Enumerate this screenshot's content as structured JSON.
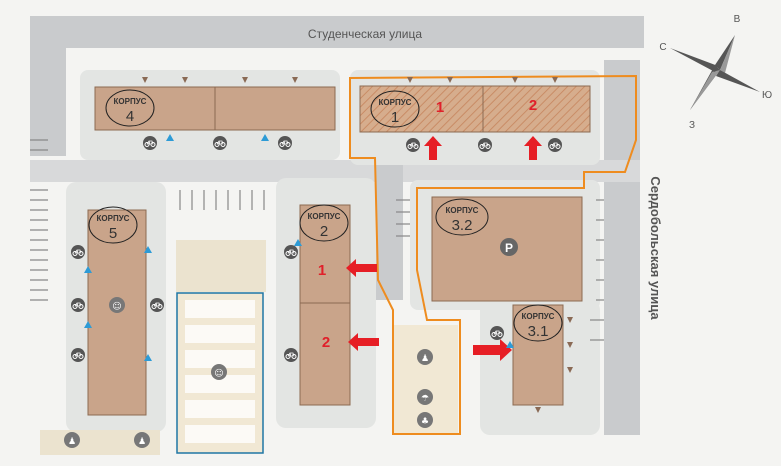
{
  "streets": {
    "north": "Студенческая улица",
    "east": "Сердобольская улица"
  },
  "buildings": [
    {
      "id": "4",
      "prefix": "КОРПУС",
      "number": "4"
    },
    {
      "id": "1",
      "prefix": "КОРПУС",
      "number": "1"
    },
    {
      "id": "5",
      "prefix": "КОРПУС",
      "number": "5"
    },
    {
      "id": "2",
      "prefix": "КОРПУС",
      "number": "2"
    },
    {
      "id": "3.2",
      "prefix": "КОРПУС",
      "number": "3.2"
    },
    {
      "id": "3.1",
      "prefix": "КОРПУС",
      "number": "3.1"
    }
  ],
  "section_markers": {
    "b1_s1": "1",
    "b1_s2": "2",
    "b2_s1": "1",
    "b2_s2": "2"
  },
  "compass": {
    "n": "С",
    "e": "В",
    "s": "Ю",
    "w": "З"
  },
  "icons": [
    "bicycle-icon",
    "parking-icon",
    "playground-icon",
    "sports-icon",
    "walking-icon",
    "sandbox-icon",
    "family-icon"
  ],
  "colors": {
    "building": "#c9a48a",
    "highlight": "#ee8c1f",
    "arrow": "#e61e25",
    "road": "#c9cbcd",
    "playground": "#1f76a5"
  }
}
